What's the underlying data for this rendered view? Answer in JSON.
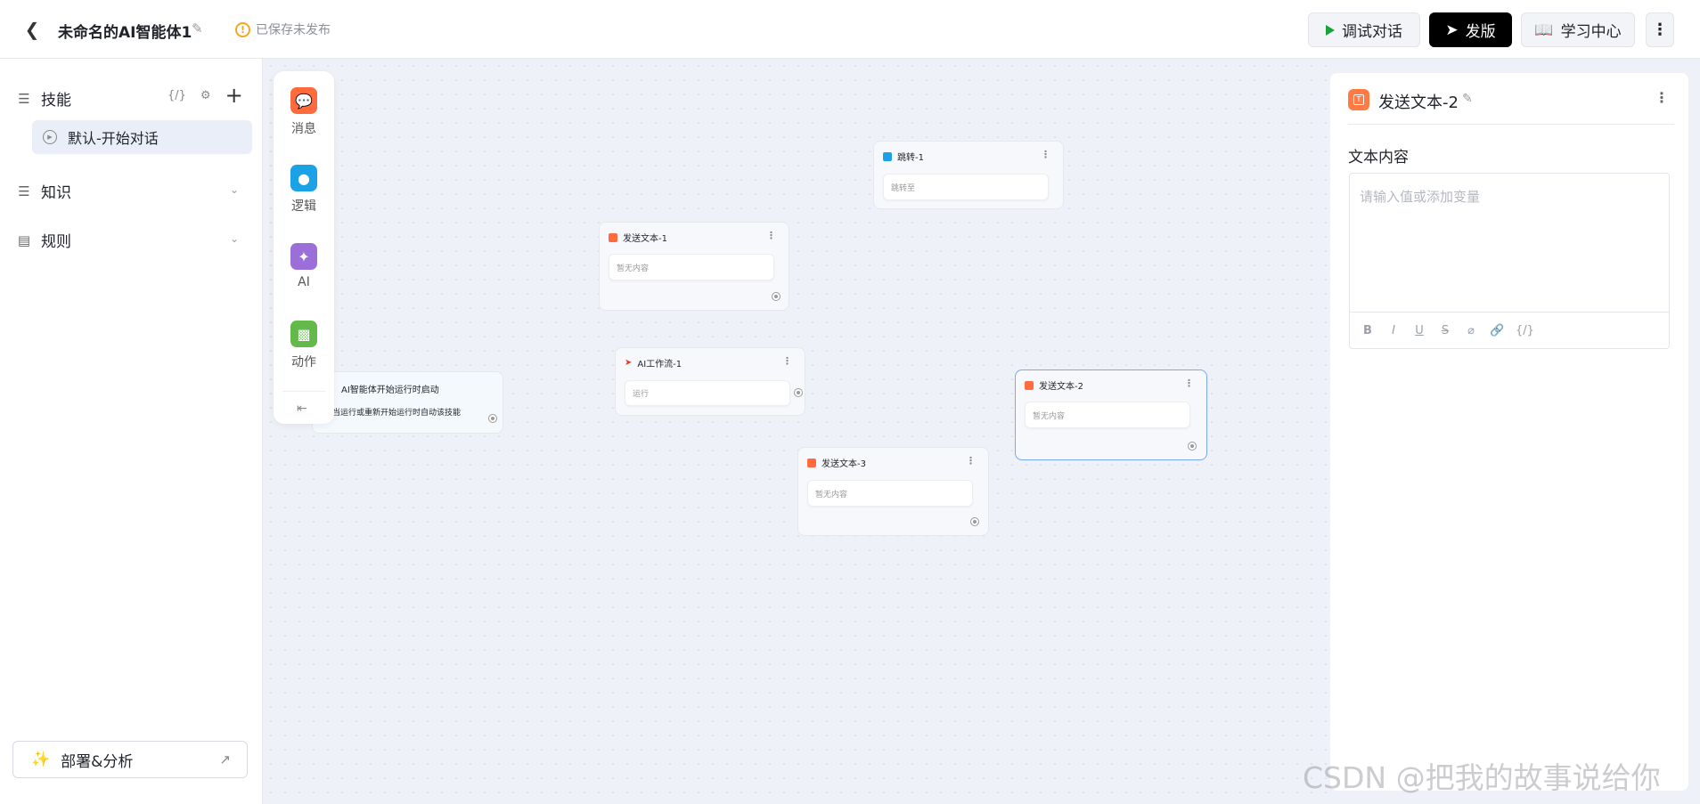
{
  "header": {
    "back_icon": "chevron-left-icon",
    "title": "未命名的AI智能体1",
    "status": "已保存未发布",
    "debug_label": "调试对话",
    "publish_label": "发版",
    "learn_label": "学习中心"
  },
  "sidebar": {
    "skills_title": "技能",
    "skill_tools": [
      "{/}",
      "⚙",
      "+"
    ],
    "skill_items": [
      {
        "label": "默认-开始对话"
      }
    ],
    "knowledge_title": "知识",
    "rules_title": "规则",
    "deploy_label": "部署&分析"
  },
  "palette": {
    "items": [
      {
        "label": "消息",
        "icon": "message-icon",
        "color": "#ff6b3d"
      },
      {
        "label": "逻辑",
        "icon": "logic-icon",
        "color": "#1aa1e6"
      },
      {
        "label": "AI",
        "icon": "ai-magic-icon",
        "color": "#9b6ed8"
      },
      {
        "label": "动作",
        "icon": "action-icon",
        "color": "#63b94a"
      }
    ]
  },
  "nodes": {
    "jump1": {
      "title": "跳转-1",
      "body": "跳转至",
      "color": "#1aa1e6"
    },
    "send1": {
      "title": "发送文本-1",
      "body": "暂无内容",
      "color": "#ff6b3d"
    },
    "start": {
      "title": "AI智能体开始运行时启动",
      "body": "当运行或重新开始运行时自动该技能"
    },
    "workflow1": {
      "title": "AI工作流-1",
      "body": "运行",
      "color": "#e0401f"
    },
    "send2": {
      "title": "发送文本-2",
      "body": "暂无内容",
      "color": "#ff6b3d"
    },
    "send3": {
      "title": "发送文本-3",
      "body": "暂无内容",
      "color": "#ff6b3d"
    }
  },
  "panel": {
    "title": "发送文本-2",
    "field_label": "文本内容",
    "placeholder": "请输入值或添加变量",
    "toolbar": [
      "B",
      "I",
      "U",
      "S",
      "⌀",
      "🔗",
      "{/}"
    ]
  },
  "watermark": "CSDN @把我的故事说给你"
}
